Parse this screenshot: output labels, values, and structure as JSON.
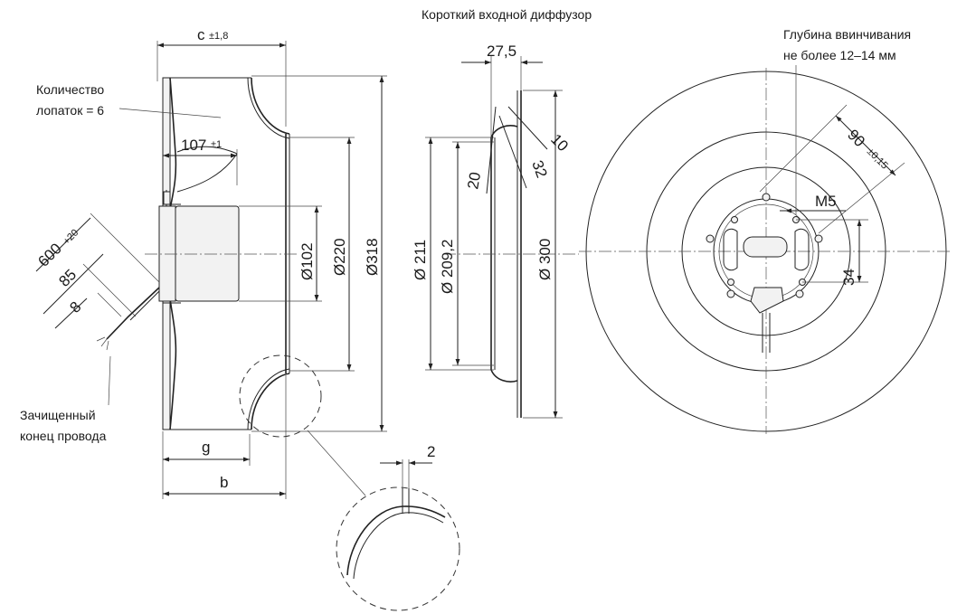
{
  "header": {
    "title": "Короткий входной диффузор"
  },
  "labels": {
    "blades": [
      "Количество",
      "лопаток = 6"
    ],
    "wire": [
      "Зачищенный",
      "конец провода"
    ],
    "depth": [
      "Глубина ввинчивания",
      "не более 12–14 мм"
    ]
  },
  "side_view": {
    "c": "c",
    "c_tol": "±1,8",
    "d107": "107",
    "d107_tol": "±1",
    "d102": "Ø102",
    "d220": "Ø220",
    "d318": "Ø318",
    "g": "g",
    "b": "b",
    "d600": "600",
    "d600_tol": "+20",
    "d85": "85",
    "d8": "8"
  },
  "diffuser": {
    "d27_5": "27,5",
    "d10": "10",
    "d32": "32",
    "d20": "20",
    "d211": "Ø 211",
    "d209_2": "Ø 209,2",
    "d300": "Ø 300"
  },
  "detail": {
    "d2": "2"
  },
  "front_view": {
    "d90": "90",
    "d90_tol": "±0,15",
    "m5": "M5",
    "d34": "34"
  }
}
